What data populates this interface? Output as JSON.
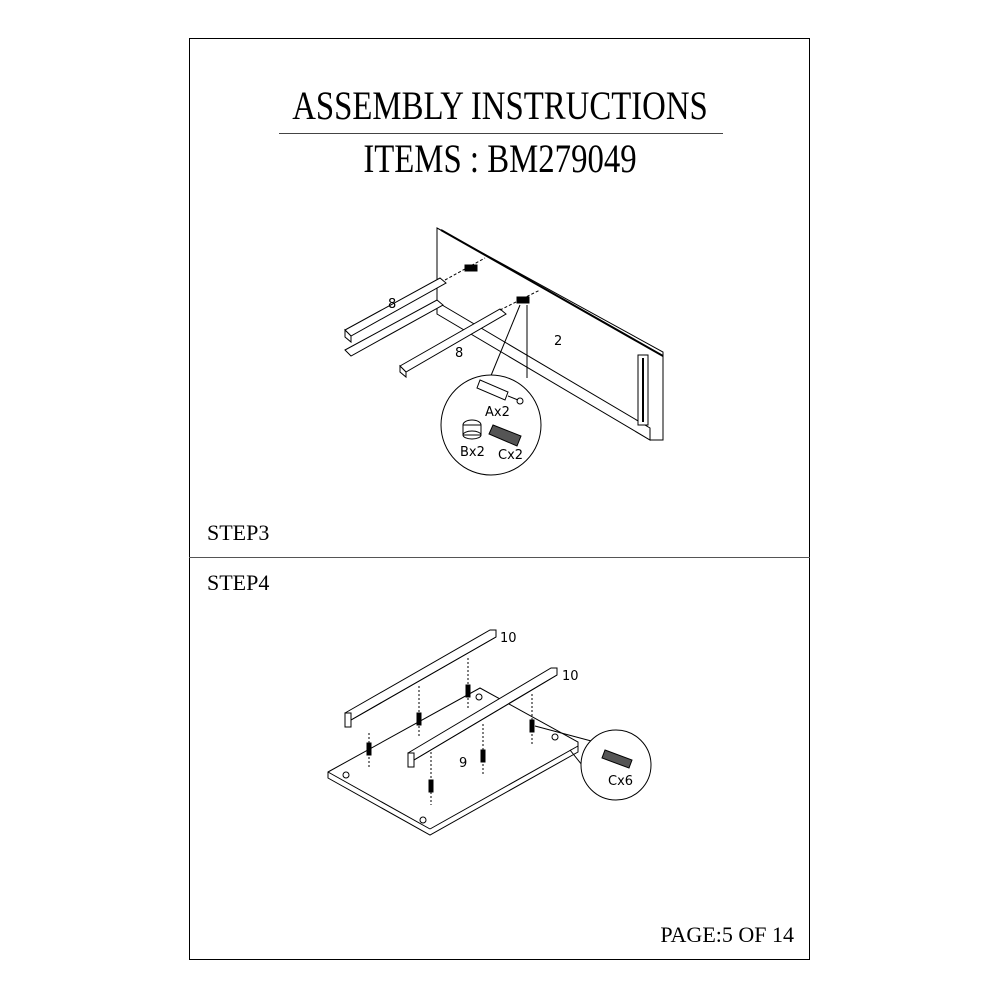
{
  "header": {
    "title": "ASSEMBLY INSTRUCTIONS",
    "items_line": "ITEMS : BM279049"
  },
  "step3": {
    "label": "STEP3",
    "parts": {
      "rail_left": "8",
      "rail_right": "8",
      "panel": "2"
    },
    "hardware": [
      "Ax2",
      "Bx2",
      "Cx2"
    ]
  },
  "step4": {
    "label": "STEP4",
    "parts": {
      "rail_back": "10",
      "rail_front": "10",
      "board": "9"
    },
    "hardware": [
      "Cx6"
    ]
  },
  "footer": {
    "page": "PAGE:5 OF 14"
  }
}
